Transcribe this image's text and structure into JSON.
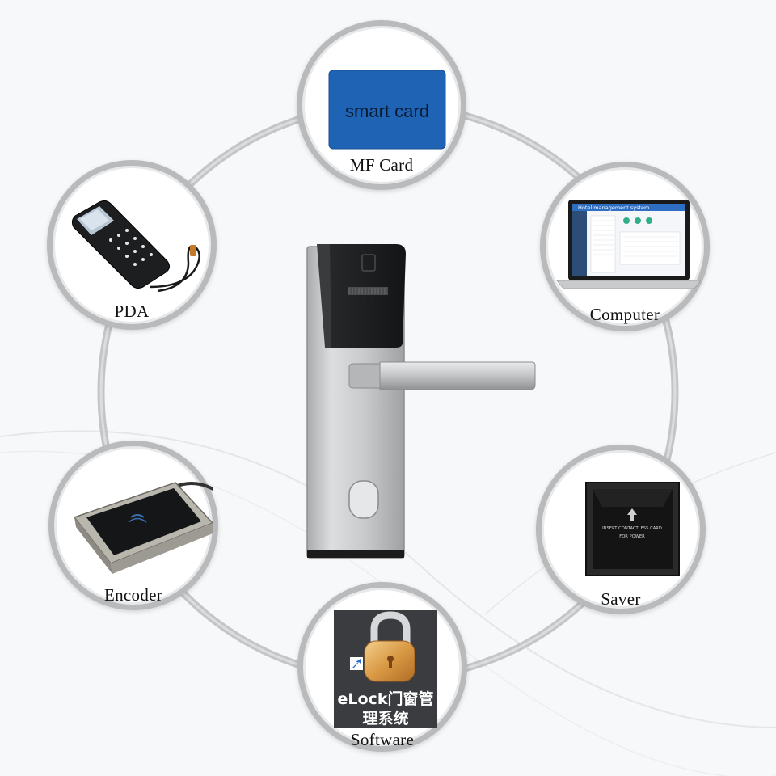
{
  "nodes": {
    "mf_card": {
      "label": "MF Card",
      "card_text": "smart card"
    },
    "computer": {
      "label": "Computer",
      "screen_title": "Hotel management system"
    },
    "saver": {
      "label": "Saver",
      "slot_text_1": "INSERT CONTACTLESS CARD",
      "slot_text_2": "FOR POWER"
    },
    "software": {
      "label": "Software",
      "icon_text_1": "eLock门窗管",
      "icon_text_2": "理系统"
    },
    "encoder": {
      "label": "Encoder"
    },
    "pda": {
      "label": "PDA"
    }
  },
  "colors": {
    "ring": "#b9babc",
    "card_blue": "#1f63b4",
    "lock_steel": "#c9cbcd",
    "reader_black": "#1d1e20"
  }
}
